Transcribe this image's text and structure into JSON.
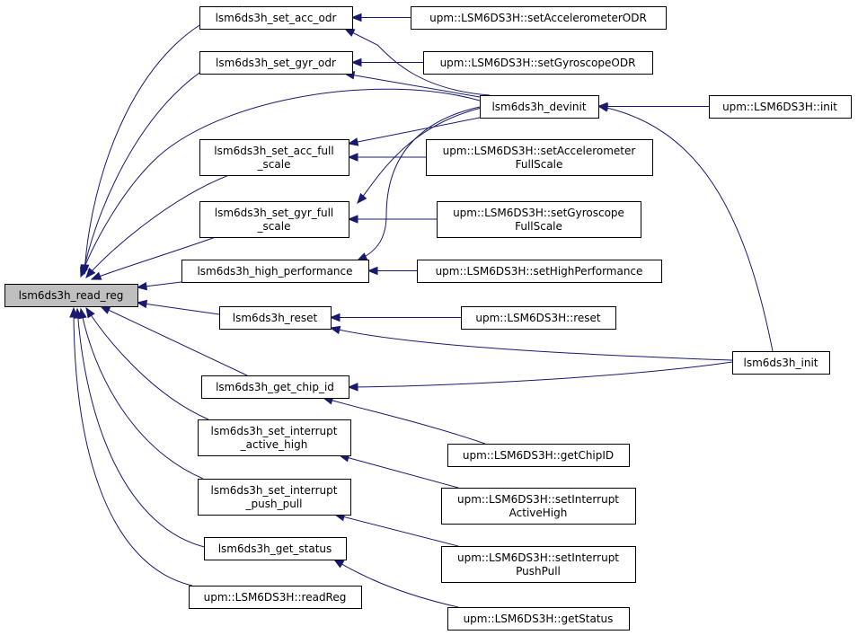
{
  "nodes": [
    {
      "id": "read_reg",
      "lines": [
        "lsm6ds3h_read_reg"
      ],
      "highlight": true
    },
    {
      "id": "set_acc_odr",
      "lines": [
        "lsm6ds3h_set_acc_odr"
      ]
    },
    {
      "id": "set_gyr_odr",
      "lines": [
        "lsm6ds3h_set_gyr_odr"
      ]
    },
    {
      "id": "set_acc_full",
      "lines": [
        "lsm6ds3h_set_acc_full",
        "_scale"
      ]
    },
    {
      "id": "set_gyr_full",
      "lines": [
        "lsm6ds3h_set_gyr_full",
        "_scale"
      ]
    },
    {
      "id": "high_perf",
      "lines": [
        "lsm6ds3h_high_performance"
      ]
    },
    {
      "id": "reset",
      "lines": [
        "lsm6ds3h_reset"
      ]
    },
    {
      "id": "get_chip_id",
      "lines": [
        "lsm6ds3h_get_chip_id"
      ]
    },
    {
      "id": "set_int_active",
      "lines": [
        "lsm6ds3h_set_interrupt",
        "_active_high"
      ]
    },
    {
      "id": "set_int_push",
      "lines": [
        "lsm6ds3h_set_interrupt",
        "_push_pull"
      ]
    },
    {
      "id": "get_status",
      "lines": [
        "lsm6ds3h_get_status"
      ]
    },
    {
      "id": "upm_readReg",
      "lines": [
        "upm::LSM6DS3H::readReg"
      ]
    },
    {
      "id": "upm_setAccODR",
      "lines": [
        "upm::LSM6DS3H::setAccelerometerODR"
      ]
    },
    {
      "id": "upm_setGyrODR",
      "lines": [
        "upm::LSM6DS3H::setGyroscopeODR"
      ]
    },
    {
      "id": "devinit",
      "lines": [
        "lsm6ds3h_devinit"
      ]
    },
    {
      "id": "upm_setAccFS",
      "lines": [
        "upm::LSM6DS3H::setAccelerometer",
        "FullScale"
      ]
    },
    {
      "id": "upm_setGyrFS",
      "lines": [
        "upm::LSM6DS3H::setGyroscope",
        "FullScale"
      ]
    },
    {
      "id": "upm_setHP",
      "lines": [
        "upm::LSM6DS3H::setHighPerformance"
      ]
    },
    {
      "id": "upm_reset",
      "lines": [
        "upm::LSM6DS3H::reset"
      ]
    },
    {
      "id": "upm_getChipID",
      "lines": [
        "upm::LSM6DS3H::getChipID"
      ]
    },
    {
      "id": "upm_setIntAH",
      "lines": [
        "upm::LSM6DS3H::setInterrupt",
        "ActiveHigh"
      ]
    },
    {
      "id": "upm_setIntPP",
      "lines": [
        "upm::LSM6DS3H::setInterrupt",
        "PushPull"
      ]
    },
    {
      "id": "upm_getStatus",
      "lines": [
        "upm::LSM6DS3H::getStatus"
      ]
    },
    {
      "id": "upm_init",
      "lines": [
        "upm::LSM6DS3H::init"
      ]
    },
    {
      "id": "init",
      "lines": [
        "lsm6ds3h_init"
      ]
    }
  ],
  "edges": [
    {
      "from": "set_acc_odr",
      "to": "read_reg"
    },
    {
      "from": "set_gyr_odr",
      "to": "read_reg"
    },
    {
      "from": "devinit",
      "to": "read_reg"
    },
    {
      "from": "set_acc_full",
      "to": "read_reg"
    },
    {
      "from": "set_gyr_full",
      "to": "read_reg"
    },
    {
      "from": "high_perf",
      "to": "read_reg"
    },
    {
      "from": "reset",
      "to": "read_reg"
    },
    {
      "from": "get_chip_id",
      "to": "read_reg"
    },
    {
      "from": "set_int_active",
      "to": "read_reg"
    },
    {
      "from": "set_int_push",
      "to": "read_reg"
    },
    {
      "from": "get_status",
      "to": "read_reg"
    },
    {
      "from": "upm_readReg",
      "to": "read_reg"
    },
    {
      "from": "upm_setAccODR",
      "to": "set_acc_odr"
    },
    {
      "from": "devinit",
      "to": "set_acc_odr"
    },
    {
      "from": "upm_setGyrODR",
      "to": "set_gyr_odr"
    },
    {
      "from": "devinit",
      "to": "set_gyr_odr"
    },
    {
      "from": "devinit",
      "to": "set_acc_full"
    },
    {
      "from": "upm_setAccFS",
      "to": "set_acc_full"
    },
    {
      "from": "devinit",
      "to": "set_gyr_full"
    },
    {
      "from": "upm_setGyrFS",
      "to": "set_gyr_full"
    },
    {
      "from": "devinit",
      "to": "high_perf"
    },
    {
      "from": "upm_setHP",
      "to": "high_perf"
    },
    {
      "from": "upm_reset",
      "to": "reset"
    },
    {
      "from": "init",
      "to": "reset"
    },
    {
      "from": "init",
      "to": "get_chip_id"
    },
    {
      "from": "upm_getChipID",
      "to": "get_chip_id"
    },
    {
      "from": "upm_setIntAH",
      "to": "set_int_active"
    },
    {
      "from": "upm_setIntPP",
      "to": "set_int_push"
    },
    {
      "from": "upm_getStatus",
      "to": "get_status"
    },
    {
      "from": "upm_init",
      "to": "devinit"
    },
    {
      "from": "init",
      "to": "devinit"
    }
  ],
  "colors": {
    "edge": "#191970",
    "highlight_fill": "#bfbfbf",
    "node_border": "#000000"
  }
}
